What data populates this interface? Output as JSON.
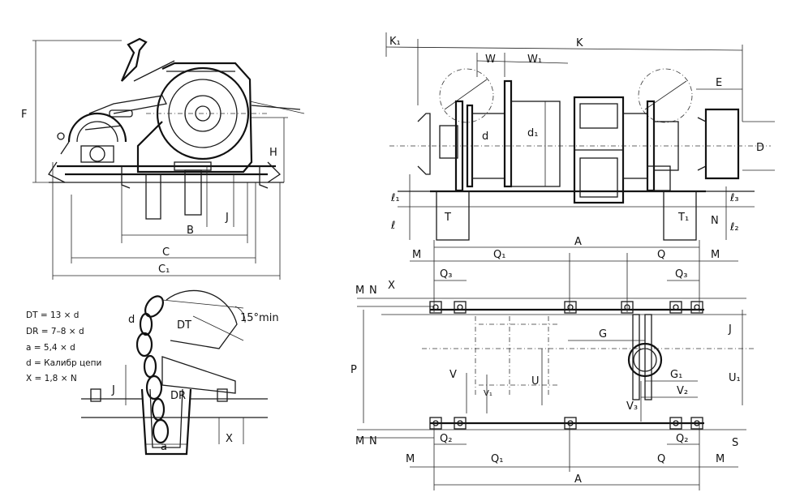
{
  "views": {
    "side": {
      "labels": {
        "F": "F",
        "H": "H",
        "J": "J",
        "B": "B",
        "C": "C",
        "C1": "C₁"
      }
    },
    "detail": {
      "labels": {
        "d": "d",
        "DT": "DT",
        "DR": "DR",
        "a": "a",
        "X": "X",
        "J": "J",
        "angle": "15°min"
      },
      "formulas": [
        "DT = 13 × d",
        "DR = 7–8 × d",
        "a = 5,4 × d",
        "d = Калибр цепи",
        "X = 1,8 × N"
      ]
    },
    "front": {
      "labels": {
        "K1": "K₁",
        "K": "K",
        "W": "W",
        "W1": "W₁",
        "E": "E",
        "d": "d",
        "d1": "d₁",
        "D": "D",
        "l": "ℓ",
        "l1": "ℓ₁",
        "l2": "ℓ₂",
        "l3": "ℓ₃",
        "T": "T",
        "T1": "T₁",
        "N": "N",
        "A": "A"
      }
    },
    "plan": {
      "labels": {
        "M": "M",
        "N": "N",
        "X": "X",
        "Q1": "Q₁",
        "Q": "Q",
        "Q2": "Q₂",
        "Q3": "Q₃",
        "P": "P",
        "J": "J",
        "G": "G",
        "G1": "G₁",
        "U": "U",
        "U1": "U₁",
        "V": "V",
        "V1": "V₁",
        "V2": "V₂",
        "V3": "V₃",
        "S": "S",
        "A": "A"
      }
    }
  }
}
